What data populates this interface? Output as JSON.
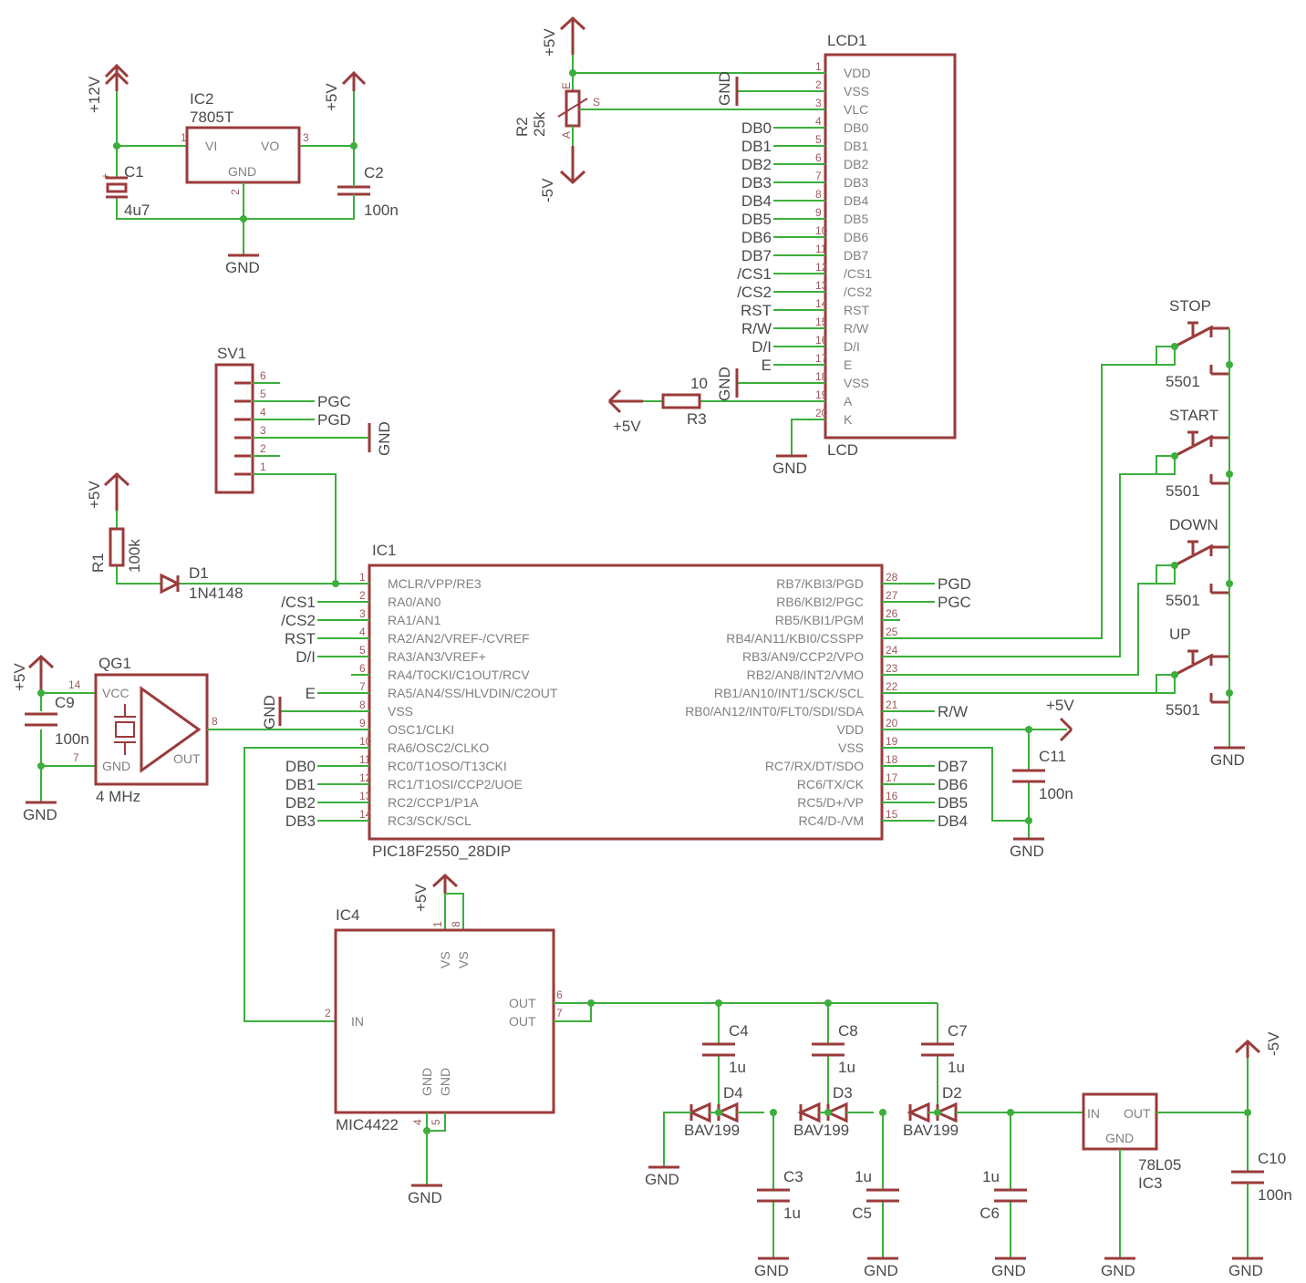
{
  "ic2": {
    "name": "IC2",
    "value": "7805T",
    "vi": "VI",
    "vo": "VO",
    "gnd": "GND",
    "p1": "1",
    "p2": "2",
    "p3": "3"
  },
  "supply": {
    "p12": "+12V",
    "p5": "+5V",
    "n5": "-5V",
    "gnd": "GND"
  },
  "c1": {
    "name": "C1",
    "value": "4u7"
  },
  "c2": {
    "name": "C2",
    "value": "100n"
  },
  "r2": {
    "name": "R2",
    "value": "25k",
    "e": "E",
    "s": "S",
    "a": "A"
  },
  "lcd1": {
    "name": "LCD1",
    "value": "LCD",
    "pins": [
      "VDD",
      "VSS",
      "VLC",
      "DB0",
      "DB1",
      "DB2",
      "DB3",
      "DB4",
      "DB5",
      "DB6",
      "DB7",
      "/CS1",
      "/CS2",
      "RST",
      "R/W",
      "D/I",
      "E",
      "VSS",
      "A",
      "K"
    ],
    "nets": [
      "",
      "",
      "",
      "DB0",
      "DB1",
      "DB2",
      "DB3",
      "DB4",
      "DB5",
      "DB6",
      "DB7",
      "/CS1",
      "/CS2",
      "RST",
      "R/W",
      "D/I",
      "E",
      "",
      "",
      ""
    ],
    "nums": [
      "1",
      "2",
      "3",
      "4",
      "5",
      "6",
      "7",
      "8",
      "9",
      "10",
      "11",
      "12",
      "13",
      "14",
      "15",
      "16",
      "17",
      "18",
      "19",
      "20"
    ]
  },
  "r3": {
    "name": "R3",
    "value": "10"
  },
  "sv1": {
    "name": "SV1",
    "nums": [
      "6",
      "5",
      "4",
      "3",
      "2",
      "1"
    ],
    "nets": [
      "",
      "PGC",
      "PGD",
      "",
      "",
      ""
    ]
  },
  "r1": {
    "name": "R1",
    "value": "100k"
  },
  "d1": {
    "name": "D1",
    "value": "1N4148"
  },
  "ic1": {
    "name": "IC1",
    "value": "PIC18F2550_28DIP",
    "left": [
      "MCLR/VPP/RE3",
      "RA0/AN0",
      "RA1/AN1",
      "RA2/AN2/VREF-/CVREF",
      "RA3/AN3/VREF+",
      "RA4/T0CKI/C1OUT/RCV",
      "RA5/AN4/SS/HLVDIN/C2OUT",
      "VSS",
      "OSC1/CLKI",
      "RA6/OSC2/CLKO",
      "RC0/T1OSO/T13CKI",
      "RC1/T1OSI/CCP2/UOE",
      "RC2/CCP1/P1A",
      "RC3/SCK/SCL"
    ],
    "right": [
      "RB7/KBI3/PGD",
      "RB6/KBI2/PGC",
      "RB5/KBI1/PGM",
      "RB4/AN11/KBI0/CSSPP",
      "RB3/AN9/CCP2/VPO",
      "RB2/AN8/INT2/VMO",
      "RB1/AN10/INT1/SCK/SCL",
      "RB0/AN12/INT0/FLT0/SDI/SDA",
      "VDD",
      "VSS",
      "RC7/RX/DT/SDO",
      "RC6/TX/CK",
      "RC5/D+/VP",
      "RC4/D-/VM"
    ],
    "lnums": [
      "1",
      "2",
      "3",
      "4",
      "5",
      "6",
      "7",
      "8",
      "9",
      "10",
      "11",
      "12",
      "13",
      "14"
    ],
    "rnums": [
      "28",
      "27",
      "26",
      "25",
      "24",
      "23",
      "22",
      "21",
      "20",
      "19",
      "18",
      "17",
      "16",
      "15"
    ],
    "lnets": [
      "",
      "/CS1",
      "/CS2",
      "RST",
      "D/I",
      "",
      "E",
      "",
      "",
      "",
      "DB0",
      "DB1",
      "DB2",
      "DB3"
    ],
    "rnets": [
      "PGD",
      "PGC",
      "",
      "",
      "",
      "",
      "",
      "R/W",
      "",
      "",
      "DB7",
      "DB6",
      "DB5",
      "DB4"
    ]
  },
  "qg1": {
    "name": "QG1",
    "value": "4 MHz",
    "vcc": "VCC",
    "gnd": "GND",
    "out": "OUT",
    "p14": "14",
    "p7": "7",
    "p8": "8"
  },
  "c9": {
    "name": "C9",
    "value": "100n"
  },
  "c11": {
    "name": "C11",
    "value": "100n"
  },
  "switches": [
    {
      "name": "STOP",
      "value": "5501"
    },
    {
      "name": "START",
      "value": "5501"
    },
    {
      "name": "DOWN",
      "value": "5501"
    },
    {
      "name": "UP",
      "value": "5501"
    }
  ],
  "ic4": {
    "name": "IC4",
    "value": "MIC4422",
    "vs1": "VS",
    "vs2": "VS",
    "out1": "OUT",
    "out2": "OUT",
    "in": "IN",
    "gnd1": "GND",
    "gnd2": "GND",
    "p1": "1",
    "p8": "8",
    "p6": "6",
    "p7": "7",
    "p2": "2",
    "p4": "4",
    "p5": "5"
  },
  "caps_pump": [
    {
      "name": "C4",
      "value": "1u"
    },
    {
      "name": "C8",
      "value": "1u"
    },
    {
      "name": "C7",
      "value": "1u"
    },
    {
      "name": "C3",
      "value": "1u"
    },
    {
      "name": "C5",
      "value": "1u"
    },
    {
      "name": "C6",
      "value": "1u"
    }
  ],
  "diodes": [
    {
      "name": "D4",
      "value": "BAV199"
    },
    {
      "name": "D3",
      "value": "BAV199"
    },
    {
      "name": "D2",
      "value": "BAV199"
    }
  ],
  "ic3": {
    "name": "IC3",
    "value": "78L05",
    "in": "IN",
    "out": "OUT",
    "gnd": "GND"
  },
  "c10": {
    "name": "C10",
    "value": "100n"
  }
}
